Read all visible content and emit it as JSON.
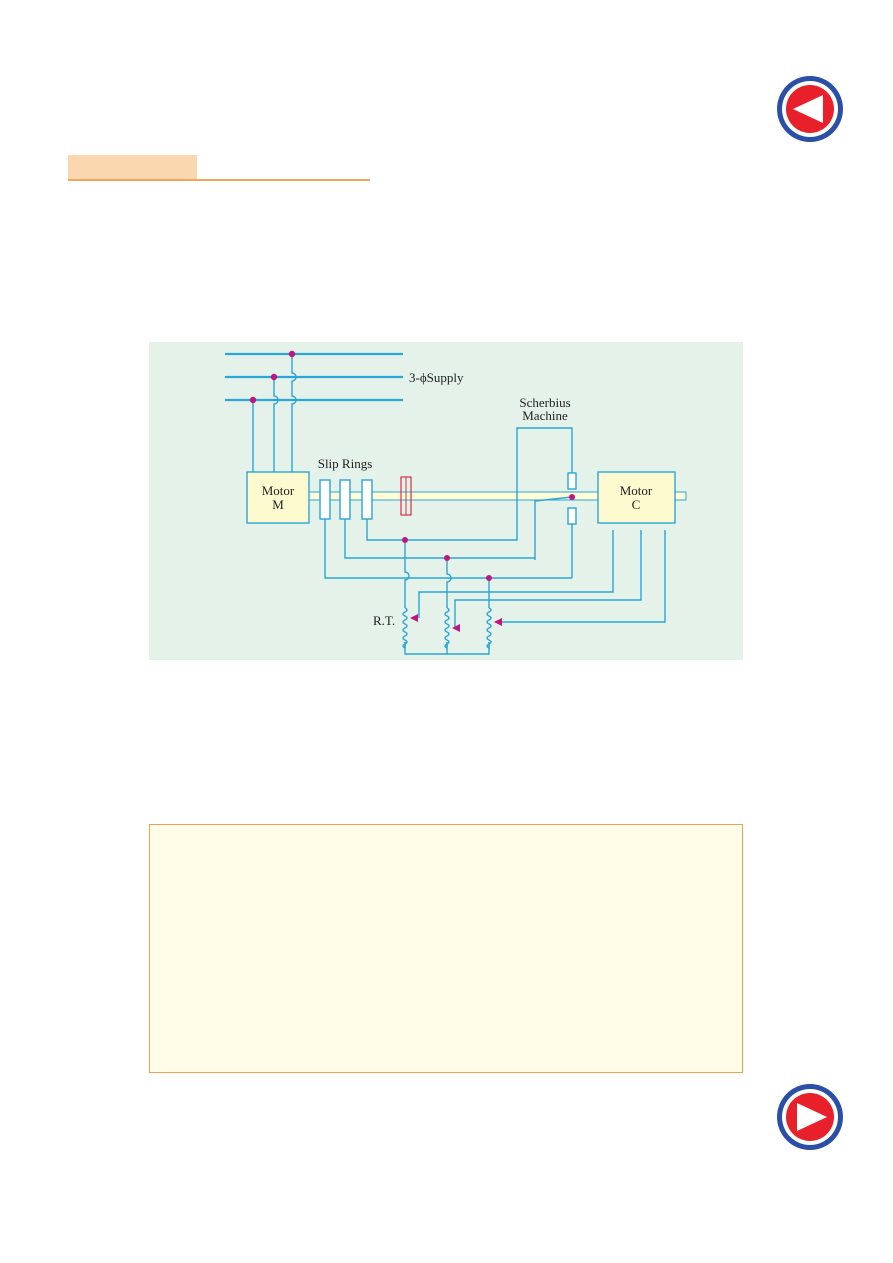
{
  "labels": {
    "supply": "3-ϕSupply",
    "scherbius_line1": "Scherbius",
    "scherbius_line2": "Machine",
    "slip_rings": "Slip Rings",
    "motor_m_line1": "Motor",
    "motor_m_line2": "M",
    "motor_c_line1": "Motor",
    "motor_c_line2": "C",
    "rt": "R.T."
  },
  "colors": {
    "wire": "#2aa6d8",
    "junction": "#c0177f",
    "shaft_fill": "#fffbd5",
    "motor_fill": "#fdfad0",
    "coupling": "#d2334b",
    "nav_red": "#e8202a",
    "nav_blue": "#2b4fa8"
  },
  "icons": {
    "prev": "triangle-left-icon",
    "next": "triangle-right-icon"
  }
}
